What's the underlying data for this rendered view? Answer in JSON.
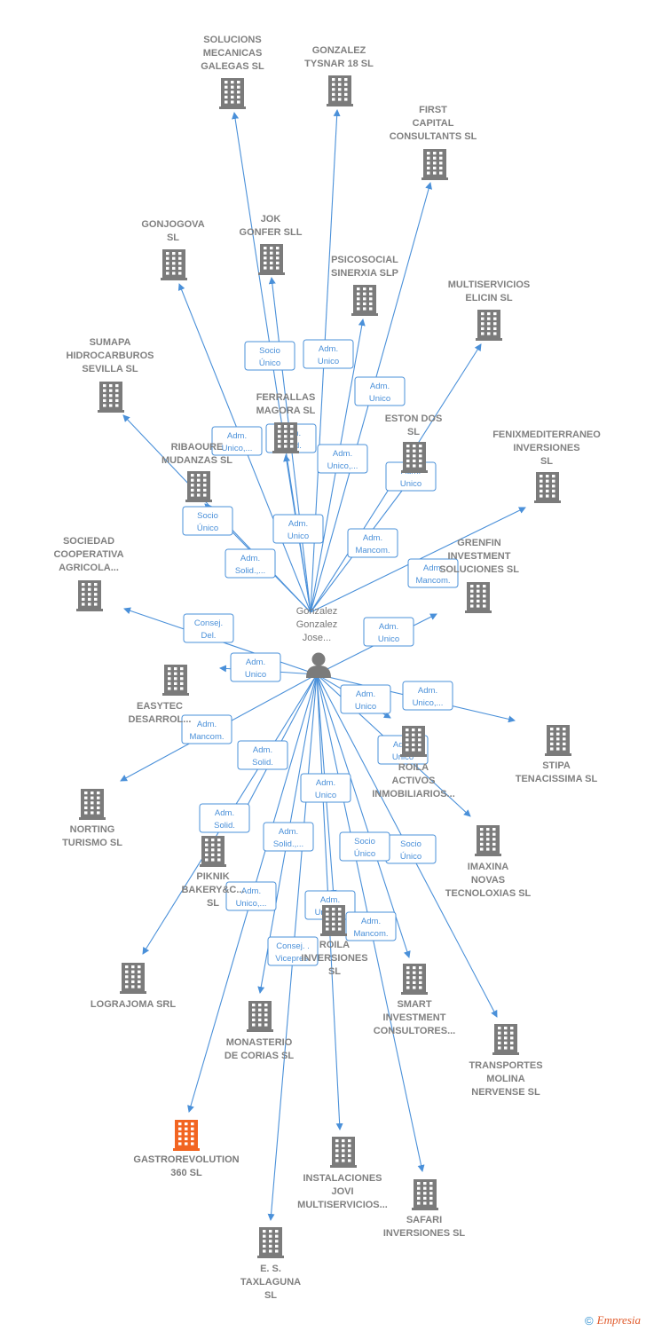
{
  "diagram": {
    "center": {
      "label": [
        "Gonzalez",
        "Gonzalez",
        "Jose..."
      ],
      "icon": "person-icon"
    },
    "colors": {
      "edge": "#4a90d9",
      "building": "#7b7b7b",
      "highlight": "#f26522",
      "text": "#808080"
    },
    "nodes": [
      {
        "id": "solucions",
        "label": [
          "SOLUCIONS",
          "MECANICAS",
          "GALEGAS  SL"
        ],
        "icon": "building-icon"
      },
      {
        "id": "gonzalez-tysnar",
        "label": [
          "GONZALEZ",
          "TYSNAR 18  SL"
        ],
        "icon": "building-icon"
      },
      {
        "id": "first-capital",
        "label": [
          "FIRST",
          "CAPITAL",
          "CONSULTANTS SL"
        ],
        "icon": "building-icon"
      },
      {
        "id": "gonjogova",
        "label": [
          "GONJOGOVA",
          "SL"
        ],
        "icon": "building-icon"
      },
      {
        "id": "jok-gonfer",
        "label": [
          "JOK",
          "GONFER SLL"
        ],
        "icon": "building-icon"
      },
      {
        "id": "psicosocial",
        "label": [
          "PSICOSOCIAL",
          "SINERXIA SLP"
        ],
        "icon": "building-icon"
      },
      {
        "id": "multiservicios-elicin",
        "label": [
          "MULTISERVICIOS",
          "ELICIN SL"
        ],
        "icon": "building-icon"
      },
      {
        "id": "sumapa",
        "label": [
          "SUMAPA",
          "HIDROCARBUROS",
          "SEVILLA  SL"
        ],
        "icon": "building-icon"
      },
      {
        "id": "ferrallas",
        "label": [
          "FERRALLAS",
          "MAGORA SL"
        ],
        "icon": "building-icon"
      },
      {
        "id": "eston-dos",
        "label": [
          "ESTON DOS",
          "SL"
        ],
        "icon": "building-icon"
      },
      {
        "id": "fenix",
        "label": [
          "FENIXMEDITERRANEO",
          "INVERSIONES",
          "SL"
        ],
        "icon": "building-icon"
      },
      {
        "id": "ribaoure",
        "label": [
          "RIBAOURE",
          "MUDANZAS  SL"
        ],
        "icon": "building-icon"
      },
      {
        "id": "sociedad-cooperativa",
        "label": [
          "SOCIEDAD",
          "COOPERATIVA",
          "AGRICOLA..."
        ],
        "icon": "building-icon"
      },
      {
        "id": "grenfin",
        "label": [
          "GRENFIN",
          "INVESTMENT",
          "SOLUCIONES SL"
        ],
        "icon": "building-icon"
      },
      {
        "id": "easytec",
        "label": [
          "EASYTEC",
          "DESARROL..."
        ],
        "icon": "building-icon"
      },
      {
        "id": "stipa",
        "label": [
          "STIPA",
          "TENACISSIMA SL"
        ],
        "icon": "building-icon"
      },
      {
        "id": "roila-activos",
        "label": [
          "ROILA",
          "ACTIVOS",
          "INMOBILIARIOS..."
        ],
        "icon": "building-icon"
      },
      {
        "id": "norting",
        "label": [
          "NORTING",
          "TURISMO  SL"
        ],
        "icon": "building-icon"
      },
      {
        "id": "imaxina",
        "label": [
          "IMAXINA",
          "NOVAS",
          "TECNOLOXIAS SL"
        ],
        "icon": "building-icon"
      },
      {
        "id": "piknik",
        "label": [
          "PIKNIK",
          "BAKERY&C...",
          "SL"
        ],
        "icon": "building-icon"
      },
      {
        "id": "roila-inversiones",
        "label": [
          "ROILA",
          "INVERSIONES",
          "SL"
        ],
        "icon": "building-icon"
      },
      {
        "id": "lograjoma",
        "label": [
          "LOGRAJOMA SRL"
        ],
        "icon": "building-icon"
      },
      {
        "id": "smart-investment",
        "label": [
          "SMART",
          "INVESTMENT",
          "CONSULTORES..."
        ],
        "icon": "building-icon"
      },
      {
        "id": "monasterio",
        "label": [
          "MONASTERIO",
          "DE CORIAS SL"
        ],
        "icon": "building-icon"
      },
      {
        "id": "transportes-molina",
        "label": [
          "TRANSPORTES",
          "MOLINA",
          "NERVENSE  SL"
        ],
        "icon": "building-icon"
      },
      {
        "id": "gastrorevolution",
        "label": [
          "GASTROREVOLUTION",
          "360  SL"
        ],
        "icon": "building-icon",
        "highlight": true
      },
      {
        "id": "instalaciones-jovi",
        "label": [
          "INSTALACIONES",
          "JOVI",
          "MULTISERVICIOS..."
        ],
        "icon": "building-icon"
      },
      {
        "id": "safari",
        "label": [
          "SAFARI",
          "INVERSIONES SL"
        ],
        "icon": "building-icon"
      },
      {
        "id": "es-taxlaguna",
        "label": [
          "E. S.",
          "TAXLAGUNA",
          "SL"
        ],
        "icon": "building-icon"
      }
    ],
    "edges": [
      {
        "to": "solucions",
        "label": [
          "Socio",
          "Único"
        ]
      },
      {
        "to": "gonzalez-tysnar",
        "label": [
          "Adm.",
          "Unico"
        ]
      },
      {
        "to": "first-capital",
        "label": [
          "Adm.",
          "Unico"
        ]
      },
      {
        "to": "gonjogova",
        "label": [
          "Adm.",
          "Unico,..."
        ]
      },
      {
        "to": "jok-gonfer",
        "label": [
          "Adm.",
          "Solid."
        ]
      },
      {
        "to": "psicosocial",
        "label": [
          "Adm.",
          "Unico,..."
        ]
      },
      {
        "to": "multiservicios-elicin",
        "label": [
          "Adm.",
          "Mancom."
        ]
      },
      {
        "to": "sumapa",
        "label": [
          "Socio",
          "Único"
        ]
      },
      {
        "to": "ferrallas",
        "label": [
          "Adm.",
          "Unico"
        ]
      },
      {
        "to": "eston-dos",
        "label": [
          "Adm.",
          "Unico"
        ]
      },
      {
        "to": "fenix",
        "label": [
          "Adm.",
          "Mancom."
        ]
      },
      {
        "to": "ribaoure",
        "label": [
          "Adm.",
          "Solid.,..."
        ]
      },
      {
        "to": "sociedad-cooperativa",
        "label": [
          "Consej.",
          "Del."
        ]
      },
      {
        "to": "grenfin",
        "label": [
          "Adm.",
          "Unico"
        ]
      },
      {
        "to": "easytec",
        "label": [
          "Adm.",
          "Unico"
        ]
      },
      {
        "to": "stipa",
        "label": [
          "Adm.",
          "Unico,..."
        ]
      },
      {
        "to": "roila-activos",
        "label": [
          "Adm.",
          "Unico"
        ]
      },
      {
        "to": "norting",
        "label": [
          "Adm.",
          "Mancom."
        ]
      },
      {
        "to": "imaxina",
        "label": [
          "Adm.",
          "Unico"
        ]
      },
      {
        "to": "piknik",
        "label": [
          "Adm.",
          "Solid."
        ]
      },
      {
        "to": "roila-inversiones",
        "label": [
          "Adm.",
          "Unico"
        ]
      },
      {
        "to": "lograjoma",
        "label": [
          "Adm.",
          "Solid."
        ]
      },
      {
        "to": "smart-investment",
        "label": [
          "Socio",
          "Único"
        ]
      },
      {
        "to": "monasterio",
        "label": [
          "Adm.",
          "Solid.,..."
        ]
      },
      {
        "to": "transportes-molina",
        "label": [
          "Socio",
          "Único"
        ]
      },
      {
        "to": "gastrorevolution",
        "label": [
          "Adm.",
          "Unico,..."
        ]
      },
      {
        "to": "instalaciones-jovi",
        "label": [
          "Adm.",
          "Unico,..."
        ]
      },
      {
        "to": "safari",
        "label": [
          "Adm.",
          "Mancom."
        ]
      },
      {
        "to": "es-taxlaguna",
        "label": [
          "Consej. .",
          "Vicepres."
        ]
      }
    ]
  },
  "footer": {
    "copyright": "©",
    "brand": "Empresia"
  }
}
